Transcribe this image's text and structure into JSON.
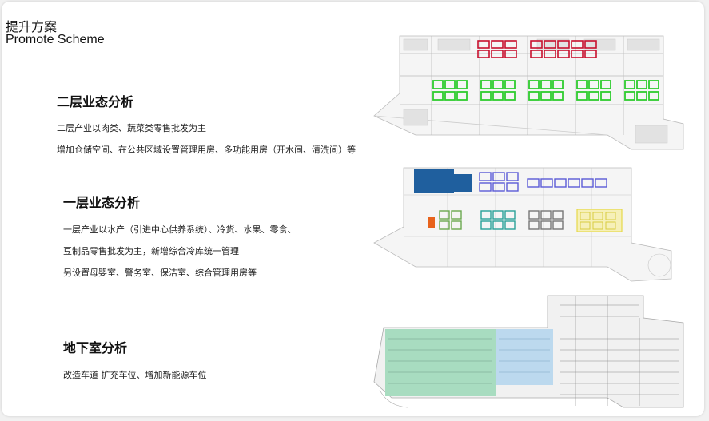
{
  "header": {
    "title_cn": "提升方案",
    "title_en": "Promote Scheme"
  },
  "sections": [
    {
      "title": "二层业态分析",
      "lines": [
        "二层产业以肉类、蔬菜类零售批发为主",
        "增加仓储空间、在公共区域设置管理用房、多功能用房（开水间、清洗间）等"
      ]
    },
    {
      "title": "一层业态分析",
      "lines": [
        "一层产业以水产（引进中心供养系统）、冷货、水果、零食、",
        "豆制品零售批发为主，新增综合冷库统一管理",
        "另设置母婴室、警务室、保洁室、综合管理用房等"
      ]
    },
    {
      "title": "地下室分析",
      "lines": [
        "改造车道 扩充车位、增加新能源车位"
      ]
    }
  ],
  "colors": {
    "red_divider": "#c0392b",
    "blue_divider": "#2e6da4",
    "zone_red": "#c8102e",
    "zone_green": "#2ecc2e",
    "zone_blue_dark": "#1f5f9e",
    "zone_purple": "#5b5bd6",
    "zone_orange": "#e8631c",
    "zone_teal": "#2aa198",
    "zone_yellow": "#e6d84a",
    "zone_basement_green": "#a8dcc0",
    "zone_basement_blue": "#bcd9ee"
  }
}
